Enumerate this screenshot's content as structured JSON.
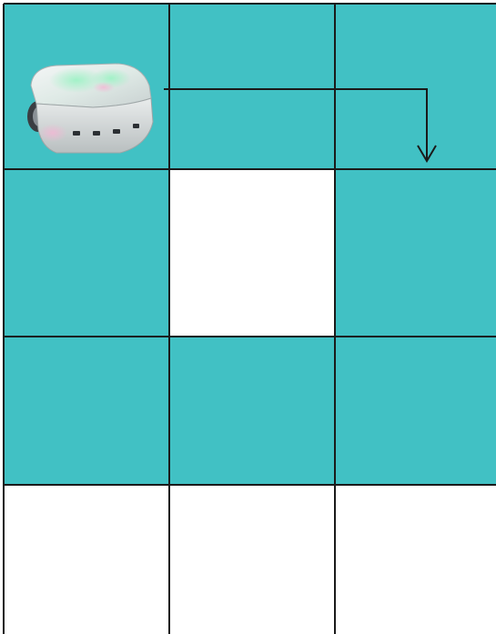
{
  "grid": {
    "rows": 4,
    "cols": 3,
    "colors": {
      "filled": "#41c1c4",
      "empty": "#ffffff",
      "line": "#1a1a1a",
      "path": "#1a1a1a"
    },
    "cells": [
      [
        "filled",
        "filled",
        "filled"
      ],
      [
        "filled",
        "empty",
        "filled"
      ],
      [
        "filled",
        "filled",
        "filled"
      ],
      [
        "empty",
        "empty",
        "empty"
      ]
    ]
  },
  "robot": {
    "icon": "thymio-robot-icon",
    "row": 0,
    "col": 0
  },
  "path": {
    "description_icon": "turn-right-then-down-arrow-icon",
    "moves": [
      {
        "from": {
          "row": 0,
          "col": 0
        },
        "to": {
          "row": 0,
          "col": 2
        }
      },
      {
        "from": {
          "row": 0,
          "col": 2
        },
        "to": {
          "row": 0.5,
          "col": 2
        }
      }
    ]
  }
}
